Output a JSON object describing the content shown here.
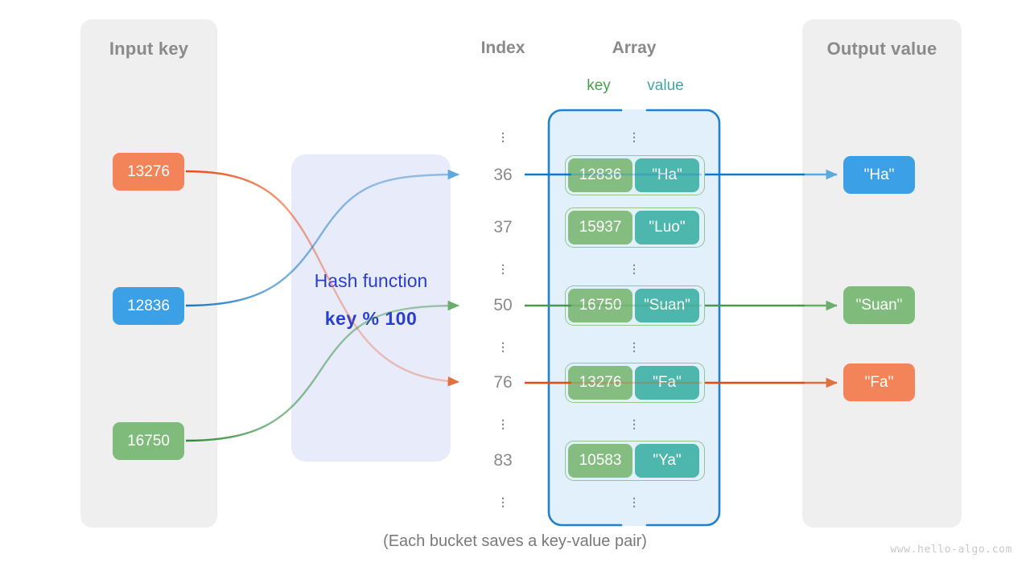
{
  "panels": {
    "input": {
      "title": "Input key"
    },
    "output": {
      "title": "Output value"
    }
  },
  "headers": {
    "index": "Index",
    "array": "Array",
    "key": "key",
    "value": "value"
  },
  "hash_function": {
    "title": "Hash function",
    "formula": "key % 100"
  },
  "input_keys": [
    {
      "label": "13276",
      "color": "#f3845a"
    },
    {
      "label": "12836",
      "color": "#3ba0e6"
    },
    {
      "label": "16750",
      "color": "#7fbc7c"
    }
  ],
  "output_values": [
    {
      "label": "\"Ha\"",
      "color": "#3ba0e6"
    },
    {
      "label": "\"Suan\"",
      "color": "#7fbc7c"
    },
    {
      "label": "\"Fa\"",
      "color": "#f3845a"
    }
  ],
  "index_column": [
    {
      "type": "dots"
    },
    {
      "type": "index",
      "label": "36"
    },
    {
      "type": "index",
      "label": "37"
    },
    {
      "type": "dots"
    },
    {
      "type": "index",
      "label": "50"
    },
    {
      "type": "dots"
    },
    {
      "type": "index",
      "label": "76"
    },
    {
      "type": "dots"
    },
    {
      "type": "index",
      "label": "83"
    },
    {
      "type": "dots"
    }
  ],
  "buckets": [
    {
      "index": "36",
      "key": "12836",
      "value": "\"Ha\""
    },
    {
      "index": "37",
      "key": "15937",
      "value": "\"Luo\""
    },
    {
      "index": "50",
      "key": "16750",
      "value": "\"Suan\""
    },
    {
      "index": "76",
      "key": "13276",
      "value": "\"Fa\""
    },
    {
      "index": "83",
      "key": "10583",
      "value": "\"Ya\""
    }
  ],
  "caption": "(Each bucket saves a key-value pair)",
  "watermark": "www.hello-algo.com",
  "colors": {
    "panel_bg": "#efefef",
    "hash_bg": "#e8ebfa",
    "hash_text": "#2a3fd0",
    "array_bg": "#e1f0fb",
    "array_border": "#2181ce",
    "bucket_border": "#93c58f",
    "cell_key": "#85bd81",
    "cell_value": "#4db7ad",
    "orange": "#f3845a",
    "blue": "#3ba0e6",
    "green": "#7fbc7c",
    "title_gray": "#8a8a8a"
  }
}
